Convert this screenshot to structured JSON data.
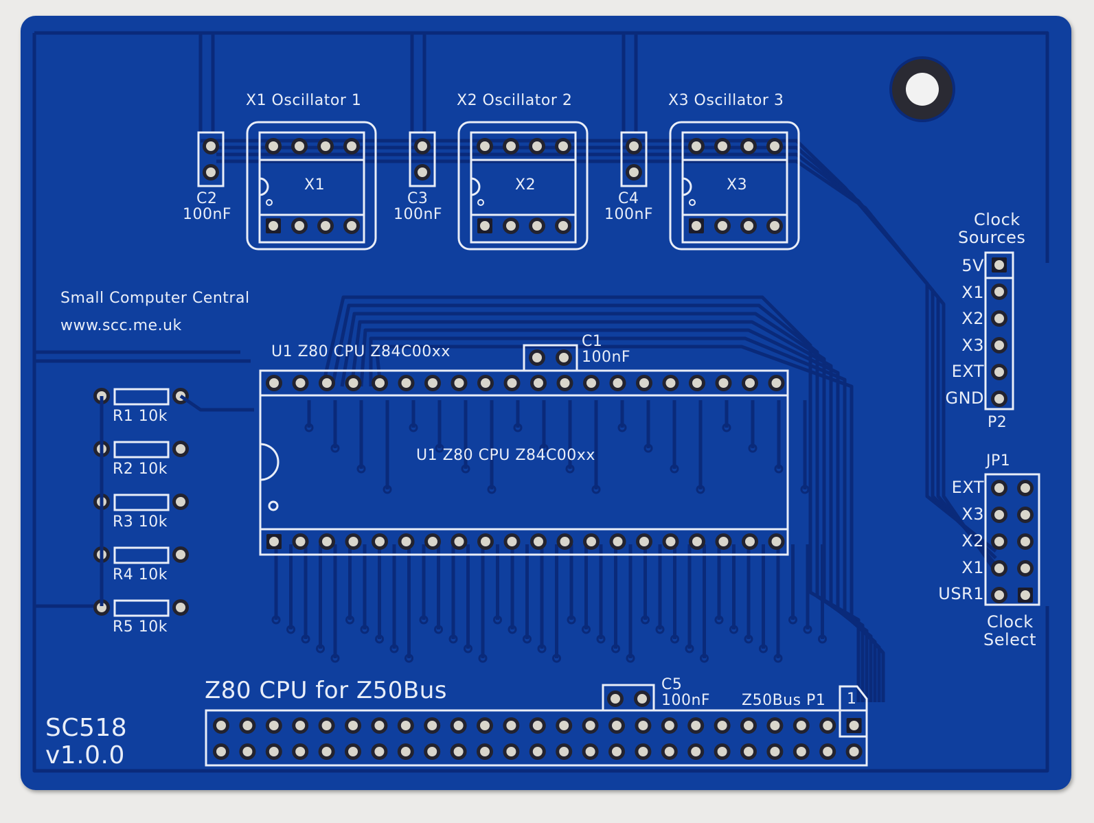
{
  "board": {
    "product": "SC518",
    "version": "v1.0.0",
    "title": "Z80 CPU for Z50Bus",
    "maker": "Small Computer Central",
    "website": "www.scc.me.uk",
    "colors": {
      "solder_mask": "#0f3f9e",
      "trace": "#0a2a7a",
      "silk": "#e9eef8",
      "pad": "#d9d6cc",
      "background": "#ecebe9"
    }
  },
  "oscillators": [
    {
      "heading": "X1   Oscillator 1",
      "body": "X1"
    },
    {
      "heading": "X2   Oscillator 2",
      "body": "X2"
    },
    {
      "heading": "X3   Oscillator 3",
      "body": "X3"
    }
  ],
  "capacitors": [
    {
      "ref": "C2",
      "value": "100nF"
    },
    {
      "ref": "C3",
      "value": "100nF"
    },
    {
      "ref": "C4",
      "value": "100nF"
    },
    {
      "ref": "C1",
      "value": "100nF"
    },
    {
      "ref": "C5",
      "value": "100nF"
    }
  ],
  "resistors": [
    {
      "label": "R1   10k"
    },
    {
      "label": "R2   10k"
    },
    {
      "label": "R3   10k"
    },
    {
      "label": "R4   10k"
    },
    {
      "label": "R5   10k"
    }
  ],
  "cpu": {
    "top_label": "U1   Z80  CPU    Z84C00xx",
    "body_label": "U1    Z80  CPU    Z84C00xx"
  },
  "clock_sources": {
    "title_line1": "Clock",
    "title_line2": "Sources",
    "ref": "P2",
    "pins": [
      "5V",
      "X1",
      "X2",
      "X3",
      "EXT",
      "GND"
    ]
  },
  "clock_select": {
    "ref": "JP1",
    "title_line1": "Clock",
    "title_line2": "Select",
    "pins": [
      "EXT",
      "X3",
      "X2",
      "X1",
      "USR1"
    ]
  },
  "bus": {
    "label": "Z50Bus  P1",
    "pin1_marker": "1"
  }
}
